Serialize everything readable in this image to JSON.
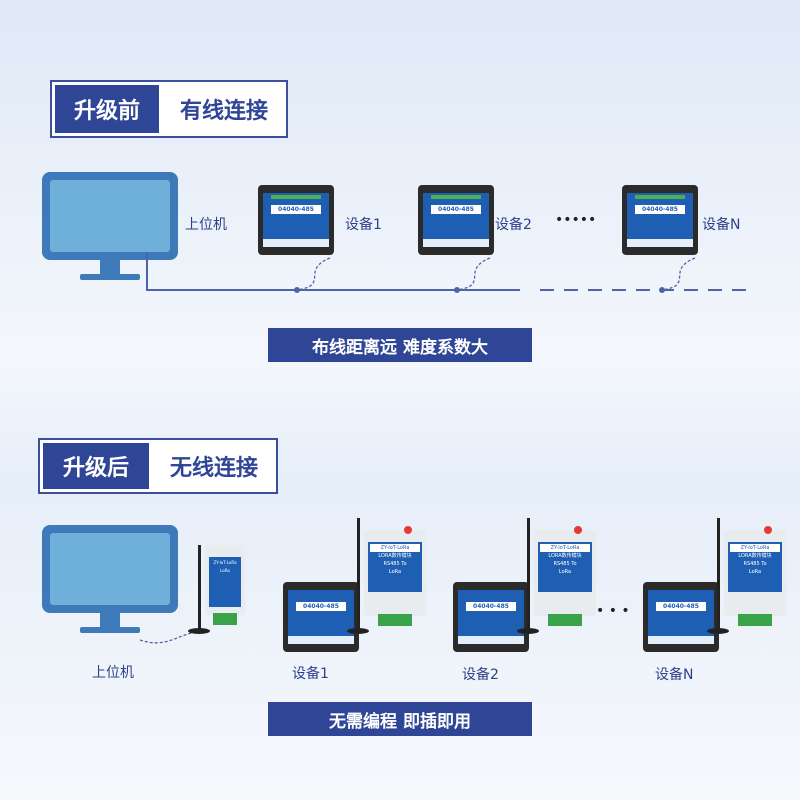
{
  "before": {
    "tag": "升级前",
    "title": "有线连接",
    "host": "上位机",
    "devices": [
      "设备1",
      "设备2",
      "设备N"
    ],
    "ellipsis": "•••••",
    "banner": "布线距离远 难度系数大"
  },
  "after": {
    "tag": "升级后",
    "title": "无线连接",
    "host": "上位机",
    "devices": [
      "设备1",
      "设备2",
      "设备N"
    ],
    "ellipsis": "• • •",
    "banner": "无需编程 即插即用"
  },
  "device_model": "04040-485",
  "module": {
    "brand": "ZY-IoT-LoRa",
    "name": "LORA数传模块",
    "line1": "RS485 To",
    "line2": "LoRa"
  },
  "colors": {
    "navy": "#2f4596",
    "screen": "#3e79b9",
    "device": "#1f5fb3"
  }
}
